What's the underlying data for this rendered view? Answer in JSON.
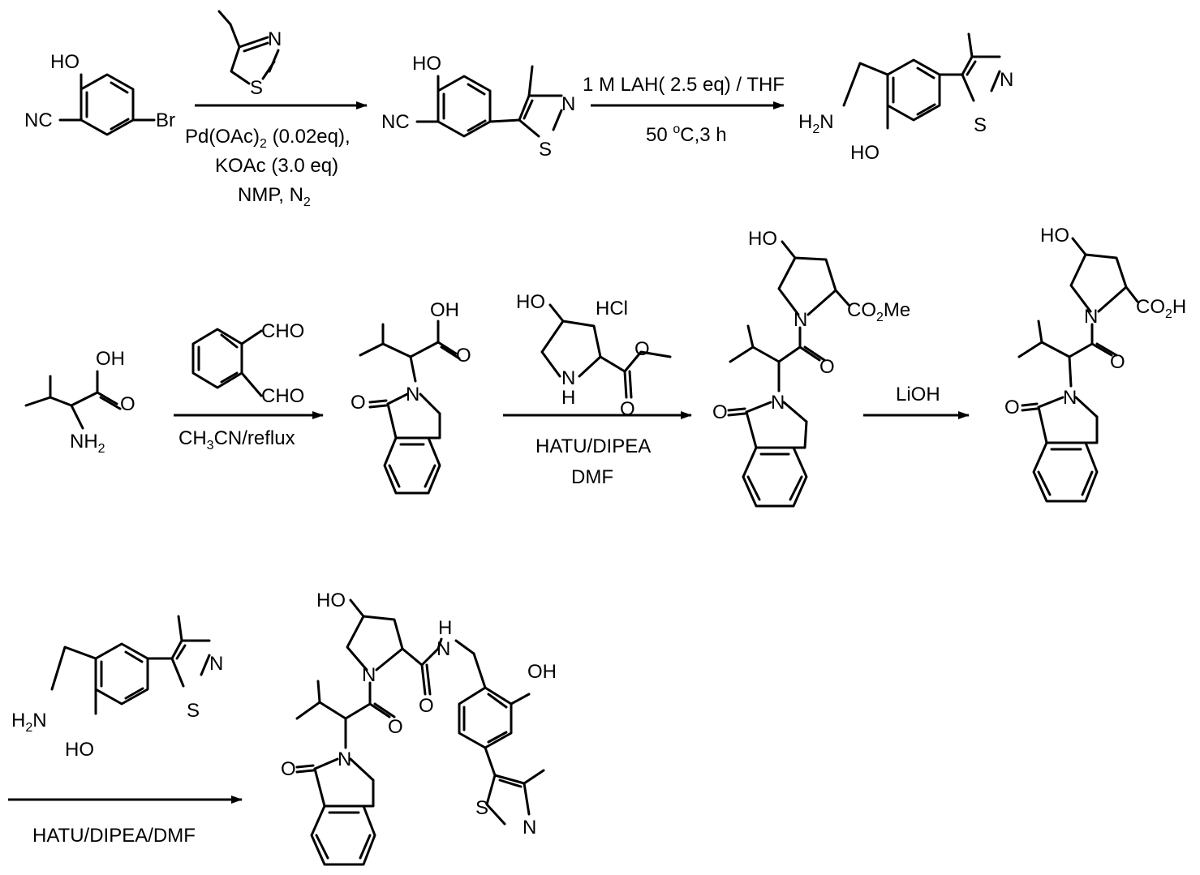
{
  "scheme": {
    "step1": {
      "sm_labels": {
        "oh": "HO",
        "cn": "NC",
        "br": "Br"
      },
      "reagent_labels": {
        "n": "N",
        "s": "S"
      },
      "conditions": [
        "Pd(OAc)",
        "2",
        " (0.02eq),",
        "KOAc (3.0 eq)",
        "NMP, N",
        "2"
      ],
      "product_labels": {
        "oh": "HO",
        "cn": "NC",
        "n": "N",
        "s": "S"
      }
    },
    "step2": {
      "conditions_top": "1 M LAH( 2.5 eq) / THF",
      "conditions_bottom_prefix": "50 ",
      "conditions_bottom_sup": "o",
      "conditions_bottom_suffix": "C,3 h",
      "product_labels": {
        "h2n": "H",
        "h2n_sub": "2",
        "n": "N",
        "oh": "HO",
        "thz_n": "N",
        "thz_s": "S"
      }
    },
    "step3": {
      "sm_labels": {
        "oh": "OH",
        "o": "O",
        "nh2": "NH",
        "nh2_sub": "2"
      },
      "reagent_labels": {
        "cho1": "CHO",
        "cho2": "CHO"
      },
      "condition_prefix": "CH",
      "condition_sub": "3",
      "condition_suffix": "CN/reflux",
      "product_labels": {
        "oh": "OH",
        "o": "O",
        "n": "N",
        "lactam_o": "O"
      }
    },
    "step4": {
      "reagent_labels": {
        "ho": "HO",
        "hcl": "HCl",
        "nh_n": "N",
        "nh_h": "H",
        "o1": "O",
        "o2": "O"
      },
      "conditions": [
        "HATU/DIPEA",
        "DMF"
      ],
      "product_labels": {
        "ho": "HO",
        "n": "N",
        "co2me_prefix": "CO",
        "co2me_sub": "2",
        "co2me_suffix": "Me",
        "o": "O",
        "n2": "N",
        "lactam_o": "O"
      }
    },
    "step5": {
      "condition": "LiOH",
      "product_labels": {
        "ho": "HO",
        "n": "N",
        "co2h_prefix": "CO",
        "co2h_sub": "2",
        "co2h_suffix": "H",
        "o": "O",
        "n2": "N",
        "lactam_o": "O"
      }
    },
    "step6": {
      "reagent_labels": {
        "h2n": "H",
        "h2n_sub": "2",
        "n": "N",
        "oh": "HO",
        "thz_n": "N",
        "thz_s": "S"
      },
      "condition": "HATU/DIPEA/DMF",
      "product_labels": {
        "ho": "HO",
        "nh_h": "H",
        "nh_n": "N",
        "oh": "OH",
        "n": "N",
        "o1": "O",
        "o2": "O",
        "n2": "N",
        "lactam_o": "O",
        "thz_s": "S",
        "thz_n": "N"
      }
    }
  }
}
